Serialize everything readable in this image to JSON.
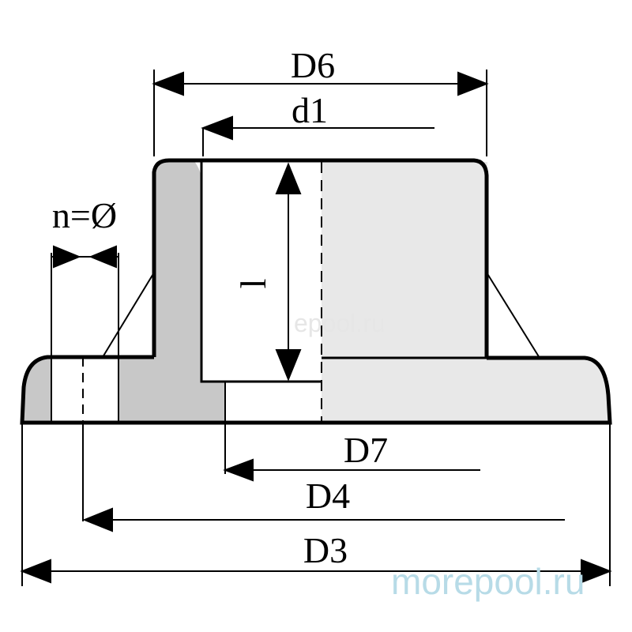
{
  "labels": {
    "D6": "D6",
    "d1": "d1",
    "n": "n=Ø",
    "l": "l",
    "D7": "D7",
    "D4": "D4",
    "D3": "D3"
  },
  "watermark": {
    "main": "morepool.ru",
    "faint": "epool.ru"
  },
  "colors": {
    "outline": "#000000",
    "section_fill": "#c8c8c8",
    "body_fill": "#e8e8e8",
    "watermark": "#b7dbe7"
  }
}
